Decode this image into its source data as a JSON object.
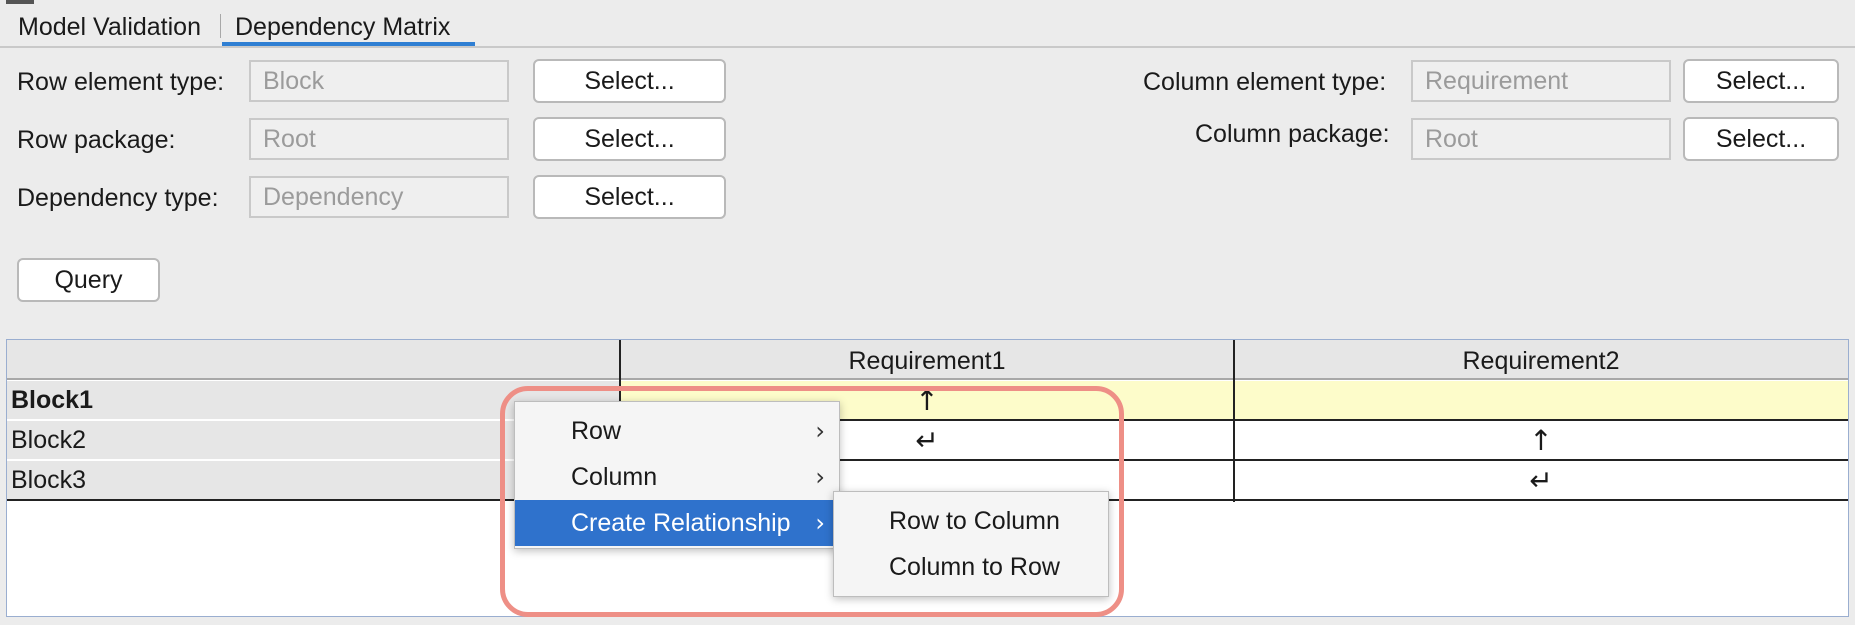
{
  "tabs": [
    {
      "label": "Model Validation"
    },
    {
      "label": "Dependency Matrix"
    }
  ],
  "form": {
    "row_element_type": {
      "label": "Row element type:",
      "value": "Block"
    },
    "row_package": {
      "label": "Row package:",
      "value": "Root"
    },
    "dependency_type": {
      "label": "Dependency type:",
      "value": "Dependency"
    },
    "column_element_type": {
      "label": "Column element type:",
      "value": "Requirement"
    },
    "column_package": {
      "label": "Column package:",
      "value": "Root"
    },
    "select_label": "Select...",
    "query_label": "Query"
  },
  "matrix": {
    "columns": [
      "Requirement1",
      "Requirement2"
    ],
    "rows": [
      "Block1",
      "Block2",
      "Block3"
    ],
    "cells": [
      [
        "↑",
        ""
      ],
      [
        "↵",
        "↑"
      ],
      [
        "",
        "↵"
      ]
    ]
  },
  "context_menu": {
    "items": [
      {
        "label": "Row"
      },
      {
        "label": "Column"
      },
      {
        "label": "Create Relationship"
      }
    ],
    "submenu": [
      {
        "label": "Row to Column"
      },
      {
        "label": "Column to Row"
      }
    ]
  },
  "colors": {
    "accent": "#2f7fd3",
    "menu_active": "#2f72cc",
    "row_highlight": "#fdfcca",
    "callout_ring": "#ee8f86"
  }
}
